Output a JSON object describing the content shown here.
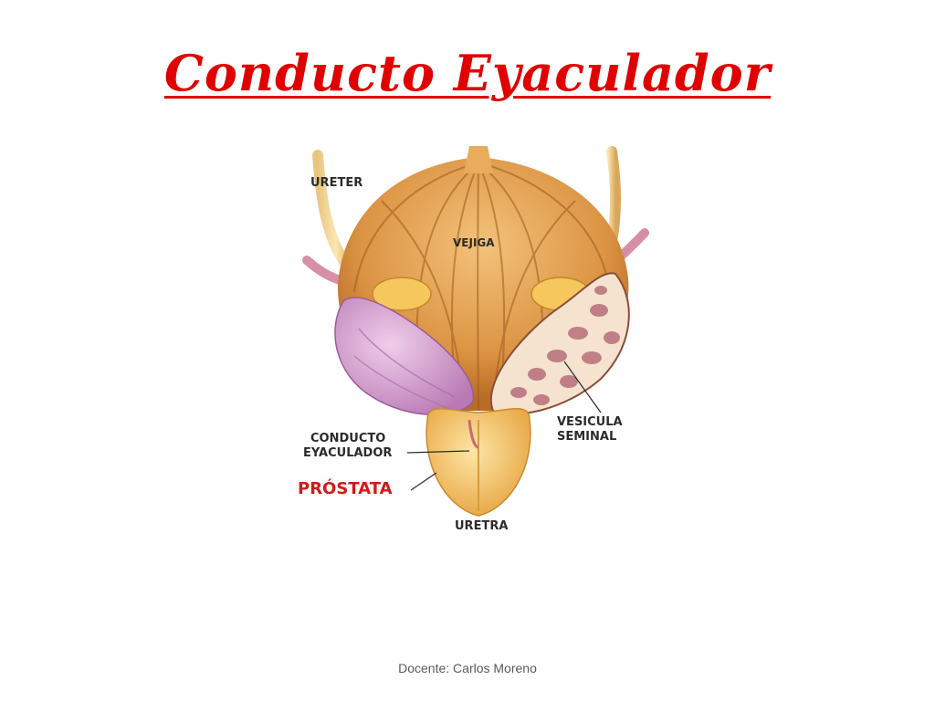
{
  "slide": {
    "title": "Conducto Eyaculador",
    "footer": "Docente: Carlos Moreno"
  },
  "diagram": {
    "labels": {
      "ureter": "URETER",
      "vejiga": "VEJIGA",
      "conducto_line1": "CONDUCTO",
      "conducto_line2": "EYACULADOR",
      "prostata": "PRÓSTATA",
      "vesicula_line1": "VESICULA",
      "vesicula_line2": "SEMINAL",
      "uretra": "URETRA"
    },
    "colors": {
      "title": "#e00000",
      "bladder": "#e3a14f",
      "bladder_fiber": "#9c5a1c",
      "prostate": "#f3c56a",
      "seminal_vesicle": "#d9a3d3",
      "vesicle_section": "#b76e7a",
      "prostata_label": "#d11a1a"
    }
  }
}
